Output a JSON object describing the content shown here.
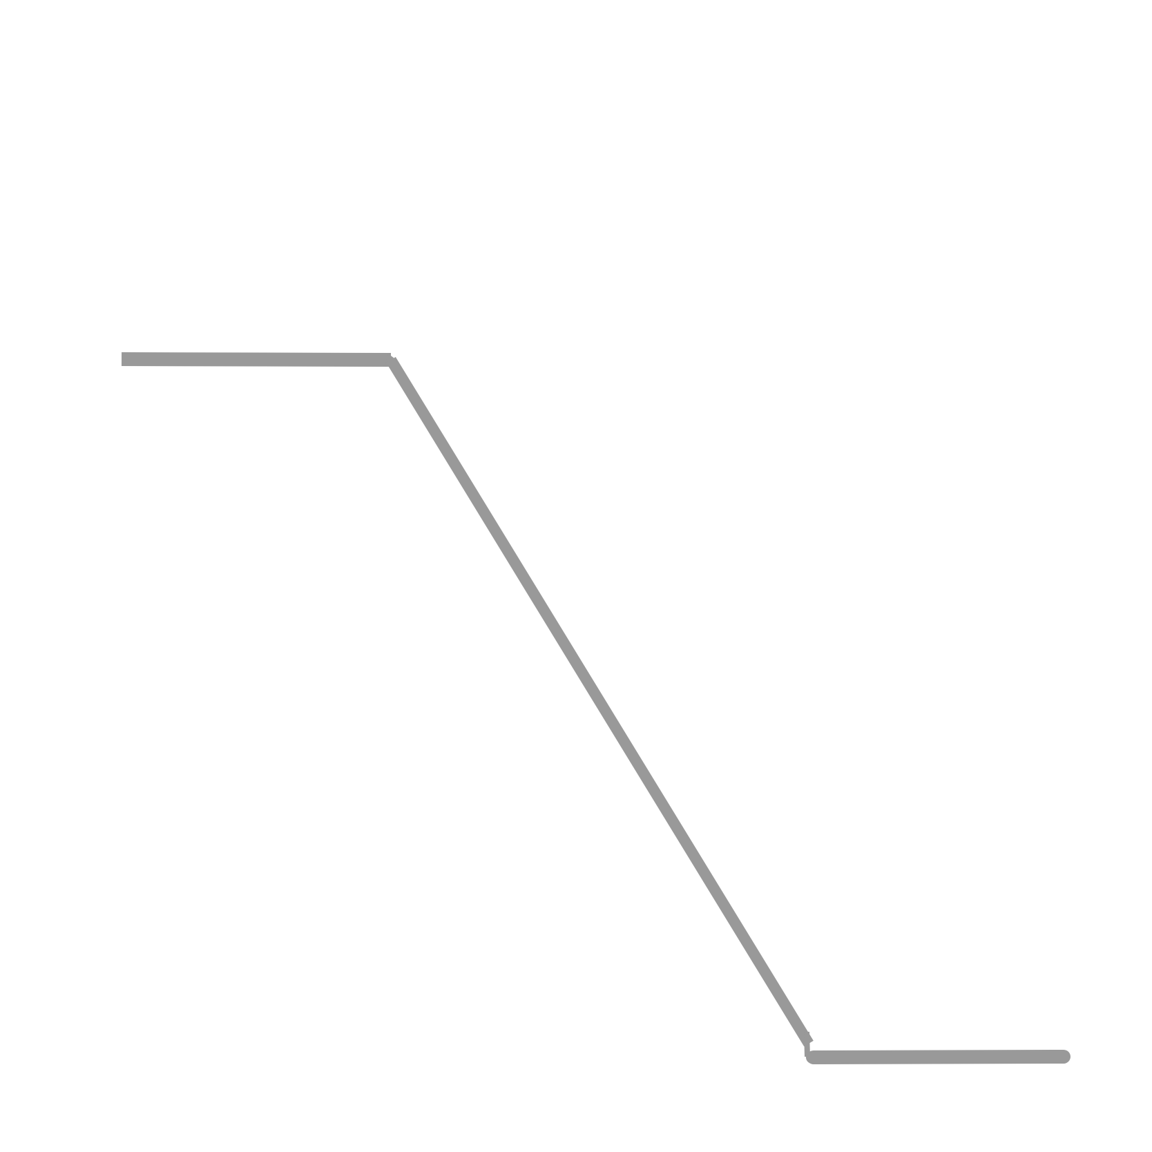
{
  "diagram": {
    "colors": {
      "background": "#ffffff",
      "line": "#999999"
    },
    "segments": [
      {
        "id": "upper-flat",
        "label": ""
      },
      {
        "id": "descending-slope",
        "label": ""
      },
      {
        "id": "lower-flat",
        "label": ""
      }
    ]
  }
}
